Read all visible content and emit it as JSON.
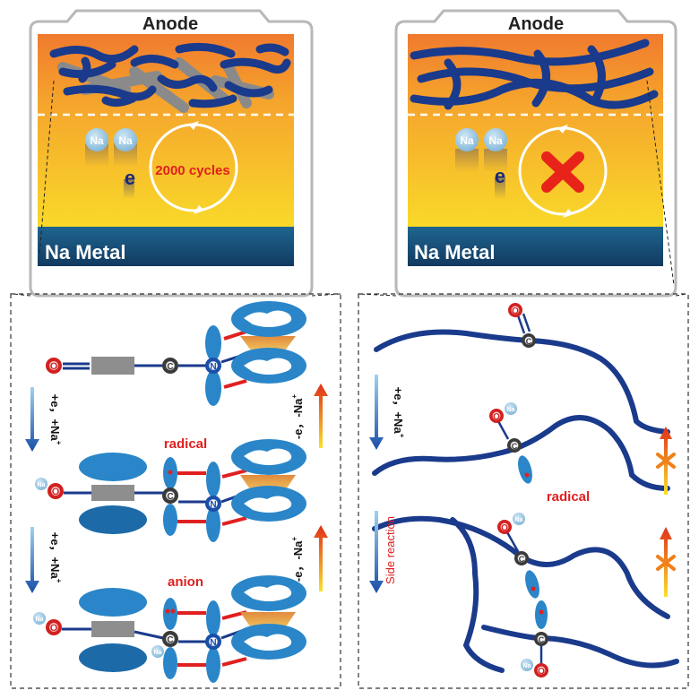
{
  "left_cell": {
    "anode_label": "Anode",
    "metal_label": "Na Metal",
    "ion_label_1": "Na",
    "ion_label_2": "Na",
    "electron_label": "e",
    "cycle_label": "2000 cycles"
  },
  "right_cell": {
    "anode_label": "Anode",
    "metal_label": "Na Metal",
    "ion_label_1": "Na",
    "ion_label_2": "Na",
    "electron_label": "e"
  },
  "left_mechanism": {
    "step_label_1": "+e，+Na",
    "step_sup_1": "+",
    "step_label_2": "+e，+Na",
    "step_sup_2": "+",
    "reverse_label_1": "-e，-Na",
    "reverse_sup_1": "+",
    "reverse_label_2": "-e，-Na",
    "reverse_sup_2": "+",
    "radical_label": "radical",
    "anion_label": "anion",
    "atom_O": "O",
    "atom_C": "C",
    "atom_N": "N",
    "atom_Na": "Na"
  },
  "right_mechanism": {
    "step_label": "+e，+Na",
    "step_sup": "+",
    "side_reaction_label": "Side reaction",
    "radical_label": "radical",
    "atom_O": "O",
    "atom_C": "C",
    "atom_Na": "Na"
  },
  "colors": {
    "anode_top": "#f07a2e",
    "electrolyte": "#f6c82a",
    "metal": "#1d5a85",
    "polymer": "#1a3a8c",
    "orbital": "#2a86c8",
    "accent_red": "#e02020",
    "fail_cross": "#e8231a"
  }
}
